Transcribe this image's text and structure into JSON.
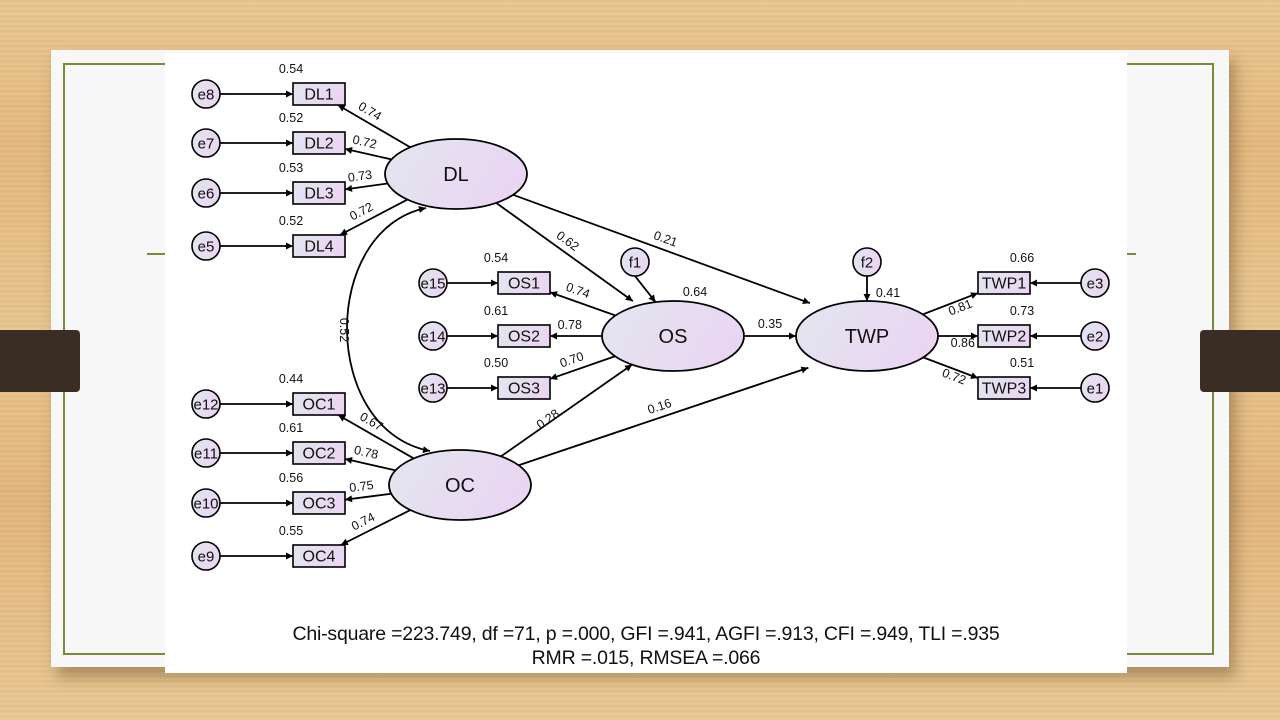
{
  "diagram": {
    "type": "structural-equation-model",
    "colors": {
      "node_fill_start": "#e2e6ef",
      "node_fill_end": "#ead6f2",
      "stroke": "#000000",
      "frame": "#7b8a3a"
    },
    "latent": [
      {
        "id": "DL",
        "label": "DL"
      },
      {
        "id": "OC",
        "label": "OC"
      },
      {
        "id": "OS",
        "label": "OS",
        "r2": "0.64"
      },
      {
        "id": "TWP",
        "label": "TWP",
        "r2": "0.41"
      }
    ],
    "disturbances": [
      {
        "id": "f1",
        "label": "f1",
        "target": "OS"
      },
      {
        "id": "f2",
        "label": "f2",
        "target": "TWP"
      }
    ],
    "indicators": [
      {
        "id": "DL1",
        "label": "DL1",
        "latent": "DL",
        "error": "e8",
        "loading": "0.74",
        "r2": "0.54"
      },
      {
        "id": "DL2",
        "label": "DL2",
        "latent": "DL",
        "error": "e7",
        "loading": "0.72",
        "r2": "0.52"
      },
      {
        "id": "DL3",
        "label": "DL3",
        "latent": "DL",
        "error": "e6",
        "loading": "0.73",
        "r2": "0.53"
      },
      {
        "id": "DL4",
        "label": "DL4",
        "latent": "DL",
        "error": "e5",
        "loading": "0.72",
        "r2": "0.52"
      },
      {
        "id": "OC1",
        "label": "OC1",
        "latent": "OC",
        "error": "e12",
        "loading": "0.67",
        "r2": "0.44"
      },
      {
        "id": "OC2",
        "label": "OC2",
        "latent": "OC",
        "error": "e11",
        "loading": "0.78",
        "r2": "0.61"
      },
      {
        "id": "OC3",
        "label": "OC3",
        "latent": "OC",
        "error": "e10",
        "loading": "0.75",
        "r2": "0.56"
      },
      {
        "id": "OC4",
        "label": "OC4",
        "latent": "OC",
        "error": "e9",
        "loading": "0.74",
        "r2": "0.55"
      },
      {
        "id": "OS1",
        "label": "OS1",
        "latent": "OS",
        "error": "e15",
        "loading": "0.74",
        "r2": "0.54"
      },
      {
        "id": "OS2",
        "label": "OS2",
        "latent": "OS",
        "error": "e14",
        "loading": "0.78",
        "r2": "0.61"
      },
      {
        "id": "OS3",
        "label": "OS3",
        "latent": "OS",
        "error": "e13",
        "loading": "0.70",
        "r2": "0.50"
      },
      {
        "id": "TWP1",
        "label": "TWP1",
        "latent": "TWP",
        "error": "e3",
        "loading": "0.81",
        "r2": "0.66"
      },
      {
        "id": "TWP2",
        "label": "TWP2",
        "latent": "TWP",
        "error": "e2",
        "loading": "0.86",
        "r2": "0.73"
      },
      {
        "id": "TWP3",
        "label": "TWP3",
        "latent": "TWP",
        "error": "e1",
        "loading": "0.72",
        "r2": "0.51"
      }
    ],
    "paths": [
      {
        "from": "DL",
        "to": "OS",
        "coef": "0.62"
      },
      {
        "from": "DL",
        "to": "TWP",
        "coef": "0.21"
      },
      {
        "from": "OC",
        "to": "OS",
        "coef": "0.28"
      },
      {
        "from": "OC",
        "to": "TWP",
        "coef": "0.16"
      },
      {
        "from": "OS",
        "to": "TWP",
        "coef": "0.35"
      }
    ],
    "covariances": [
      {
        "a": "DL",
        "b": "OC",
        "coef": "0.52"
      }
    ]
  },
  "fit_indices": {
    "line1": "Chi-square =223.749, df =71, p =.000, GFI =.941, AGFI =.913, CFI =.949, TLI =.935",
    "line2": "RMR =.015, RMSEA =.066"
  }
}
